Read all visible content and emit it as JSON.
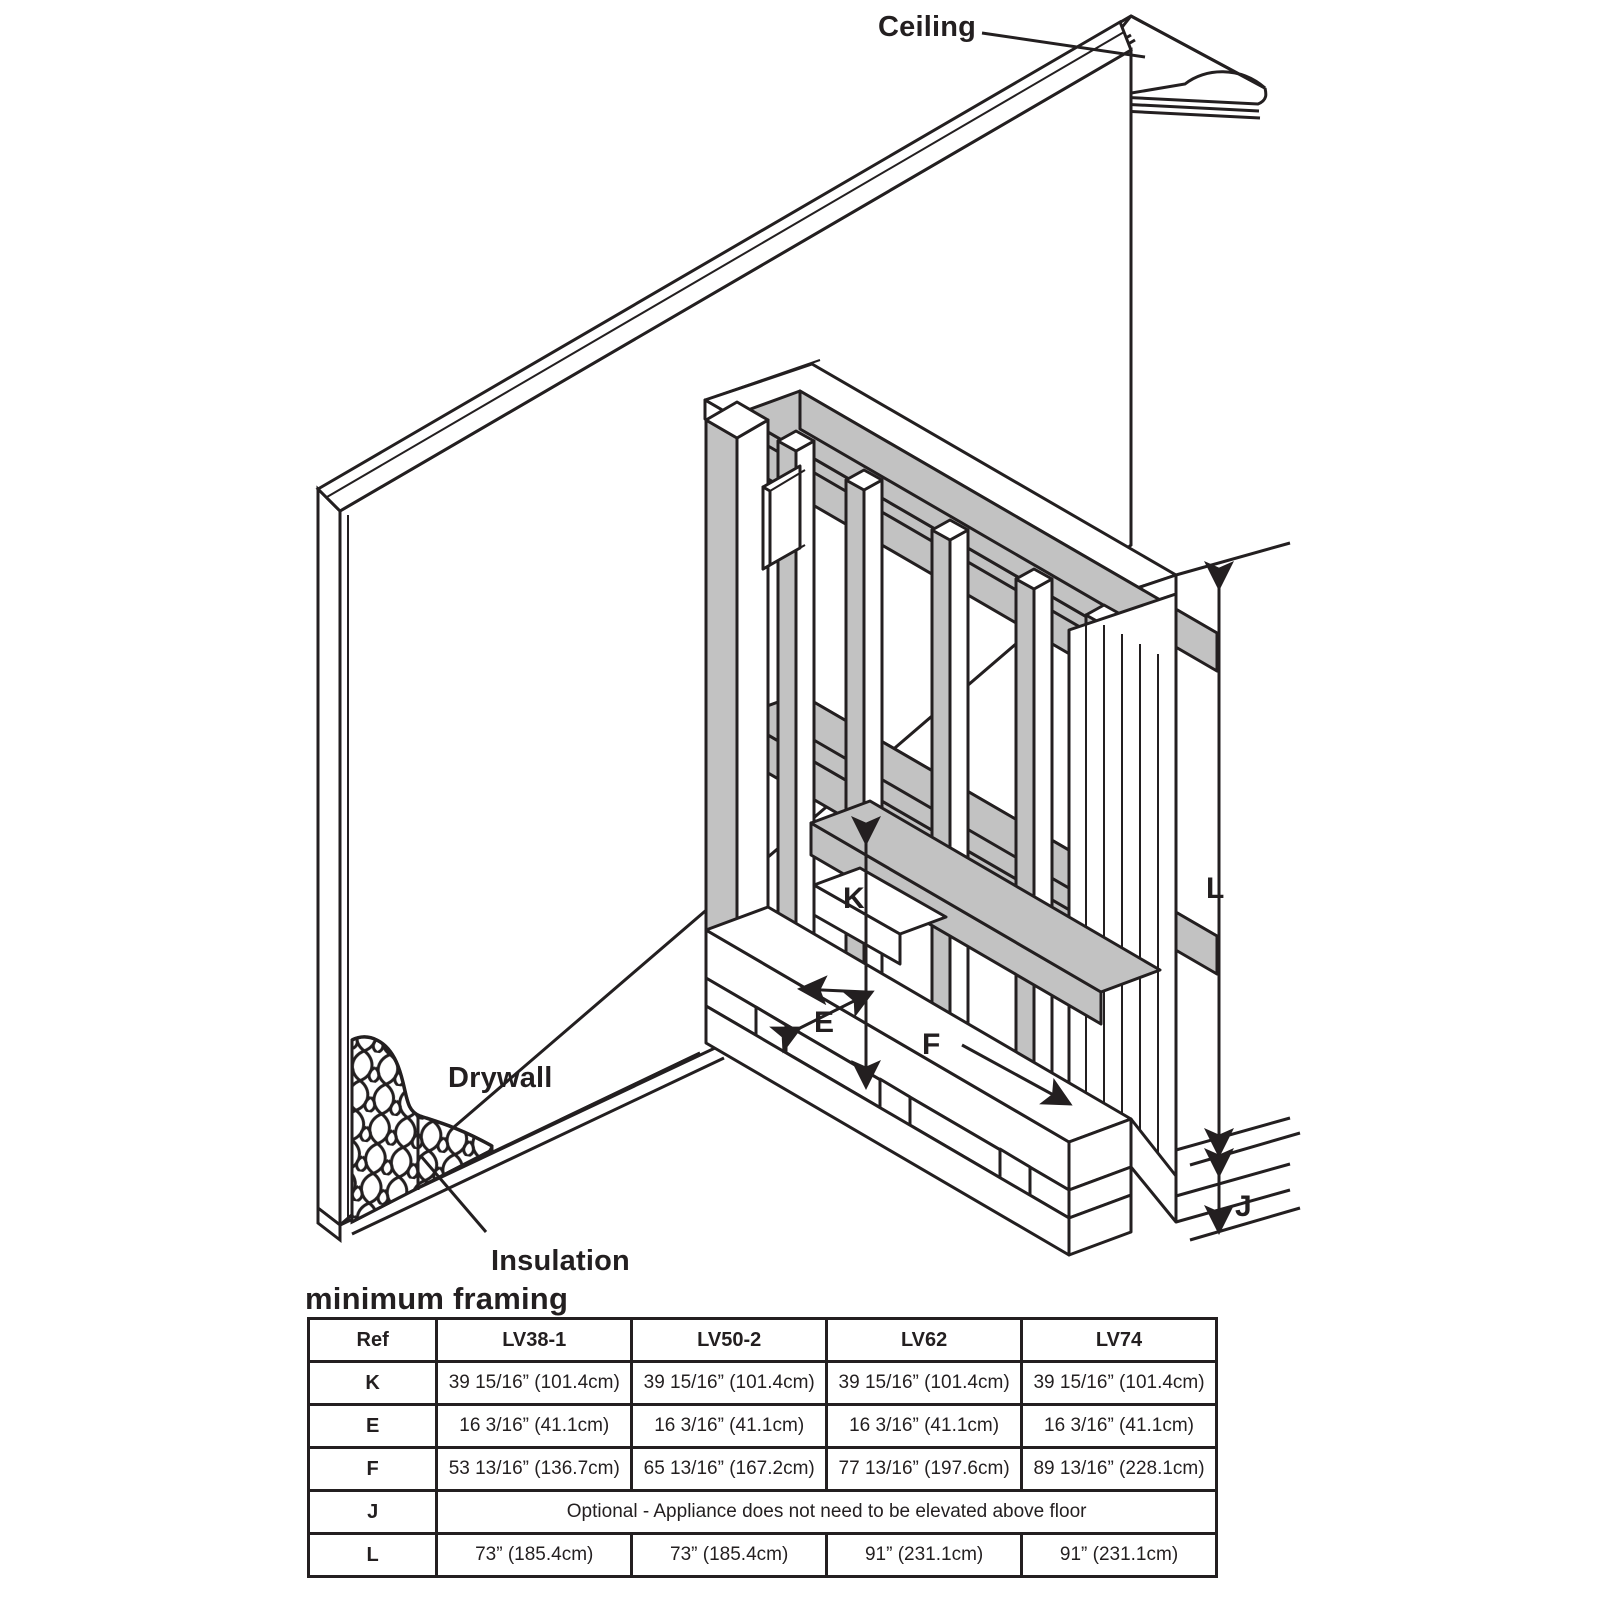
{
  "diagram": {
    "type": "isometric-framing-drawing",
    "callouts": {
      "ceiling": "Ceiling",
      "drywall": "Drywall",
      "insulation": "Insulation"
    },
    "dimension_labels": {
      "K": "K",
      "E": "E",
      "F": "F",
      "L": "L",
      "J": "J"
    },
    "colors": {
      "line": "#231f20",
      "stud_fill": "#c2c2c2",
      "background": "#ffffff"
    }
  },
  "table": {
    "heading": "minimum framing",
    "columns": [
      "Ref",
      "LV38-1",
      "LV50-2",
      "LV62",
      "LV74"
    ],
    "rows": [
      {
        "ref": "K",
        "values": [
          "39 15/16” (101.4cm)",
          "39 15/16” (101.4cm)",
          "39 15/16” (101.4cm)",
          "39 15/16” (101.4cm)"
        ]
      },
      {
        "ref": "E",
        "values": [
          "16 3/16” (41.1cm)",
          "16 3/16” (41.1cm)",
          "16 3/16” (41.1cm)",
          "16 3/16” (41.1cm)"
        ]
      },
      {
        "ref": "F",
        "values": [
          "53 13/16” (136.7cm)",
          "65 13/16” (167.2cm)",
          "77 13/16” (197.6cm)",
          "89 13/16”  (228.1cm)"
        ]
      },
      {
        "ref": "J",
        "span": "Optional - Appliance does not need to be elevated above floor"
      },
      {
        "ref": "L",
        "values": [
          "73” (185.4cm)",
          "73” (185.4cm)",
          "91” (231.1cm)",
          "91” (231.1cm)"
        ]
      }
    ]
  }
}
